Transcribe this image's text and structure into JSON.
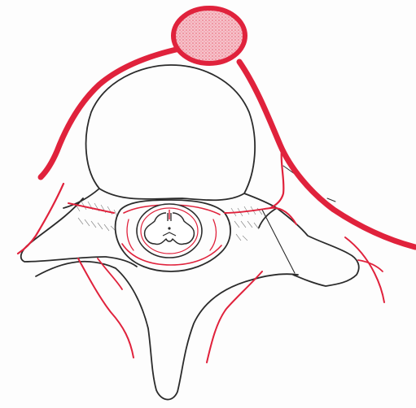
{
  "figure": {
    "colors": {
      "background": "#fdfdfd",
      "bone_outline": "#2b2b2b",
      "artery": "#e0223c",
      "aorta_fill": "#f3a7b2",
      "cord_fill": "#ffffff"
    },
    "structures": [
      "aorta",
      "segmental-artery-left",
      "segmental-artery-right",
      "vertebral-body",
      "spinal-canal",
      "spinal-cord",
      "transverse-process-left",
      "transverse-process-right",
      "spinous-process",
      "leader-line"
    ]
  }
}
